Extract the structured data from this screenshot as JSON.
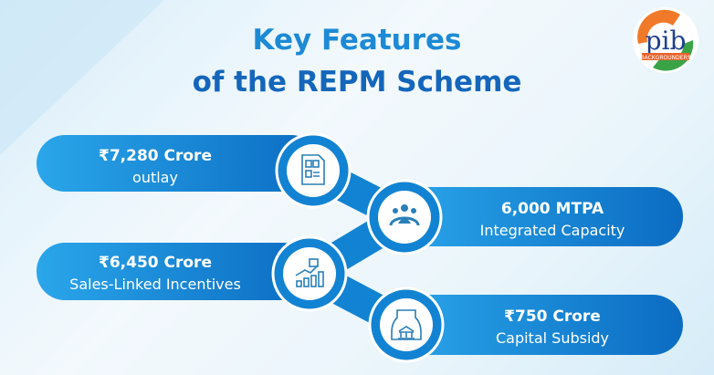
{
  "title": {
    "line1": "Key Features",
    "line2": "of the REPM Scheme"
  },
  "logo": {
    "text": "pib",
    "subtext": "BACKGROUNDERS"
  },
  "features": [
    {
      "value": "₹7,280 Crore",
      "label": "outlay",
      "icon": "document-icon"
    },
    {
      "value": "6,000 MTPA",
      "label": "Integrated Capacity",
      "icon": "team-gear-icon"
    },
    {
      "value": "₹6,450 Crore",
      "label": "Sales-Linked Incentives",
      "icon": "growth-chart-icon"
    },
    {
      "value": "₹750 Crore",
      "label": "Capital Subsidy",
      "icon": "government-subsidy-icon"
    }
  ],
  "colors": {
    "blue_light": "#2aa6ea",
    "blue_dark": "#0b6cc2",
    "title_light": "#1d8ad6",
    "title_dark": "#1466bb"
  }
}
